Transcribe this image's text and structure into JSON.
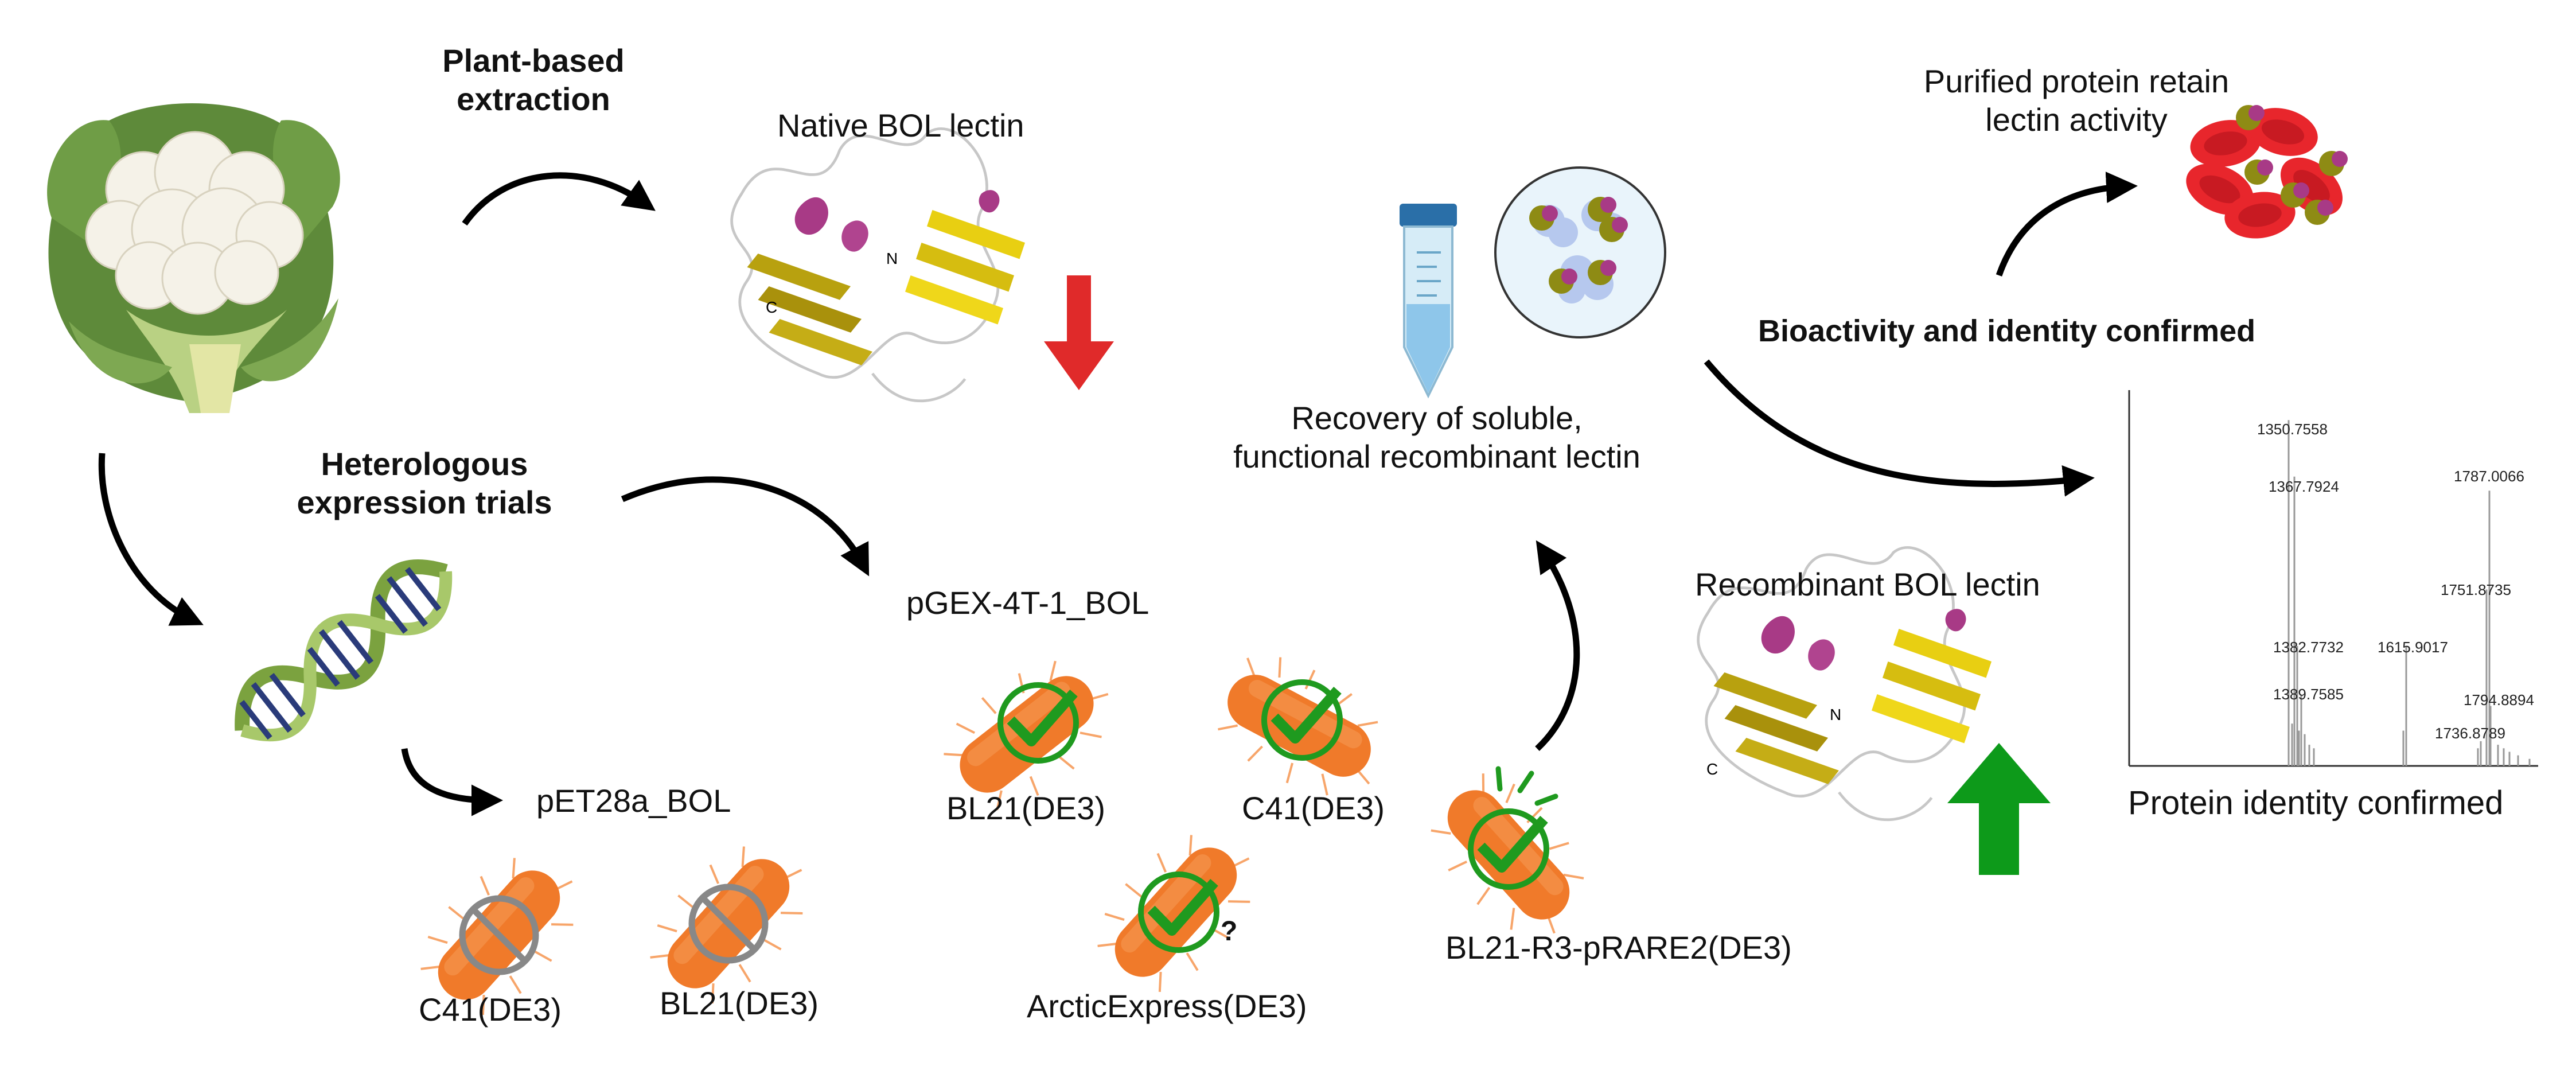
{
  "labels": {
    "plant_based": [
      "Plant-based",
      "extraction"
    ],
    "native_bol": "Native BOL lectin",
    "heterologous": [
      "Heterologous",
      "expression trials"
    ],
    "pet28a": "pET28a_BOL",
    "pgex": "pGEX-4T-1_BOL",
    "recovery": [
      "Recovery of soluble,",
      "functional recombinant lectin"
    ],
    "recombinant_bol": "Recombinant BOL lectin",
    "purified": [
      "Purified protein retain",
      "lectin activity"
    ],
    "bioactivity": "Bioactivity and identity confirmed",
    "protein_identity": "Protein identity confirmed",
    "question": "?"
  },
  "strains": {
    "pet28a_c41": "C41(DE3)",
    "pet28a_bl21": "BL21(DE3)",
    "pgex_bl21": "BL21(DE3)",
    "pgex_c41": "C41(DE3)",
    "pgex_arctic": "ArcticExpress(DE3)",
    "pgex_rare": "BL21-R3-pRARE2(DE3)"
  },
  "structure_labels": {
    "c_terminus": "C",
    "n_terminus": "N"
  },
  "mass_spec_peaks": [
    {
      "label": "1350.7558",
      "intensity": 0.98
    },
    {
      "label": "1367.7924",
      "intensity": 0.82
    },
    {
      "label": "1382.7732",
      "intensity": 0.34
    },
    {
      "label": "1389.7585",
      "intensity": 0.2
    },
    {
      "label": "1615.9017",
      "intensity": 0.34
    },
    {
      "label": "1751.8735",
      "intensity": 0.5
    },
    {
      "label": "1787.0066",
      "intensity": 0.78
    },
    {
      "label": "1794.8894",
      "intensity": 0.17
    },
    {
      "label": "1736.8789",
      "intensity": 0.07
    }
  ],
  "colors": {
    "fail": "#888888",
    "success": "#1f9a1f",
    "down_arrow": "#e02a2a",
    "up_arrow": "#0d9a1a",
    "bacterium": "#f07a2a",
    "erythrocyte": "#e8262c",
    "helix": "#a83a86",
    "sheet": "#d8c021"
  }
}
